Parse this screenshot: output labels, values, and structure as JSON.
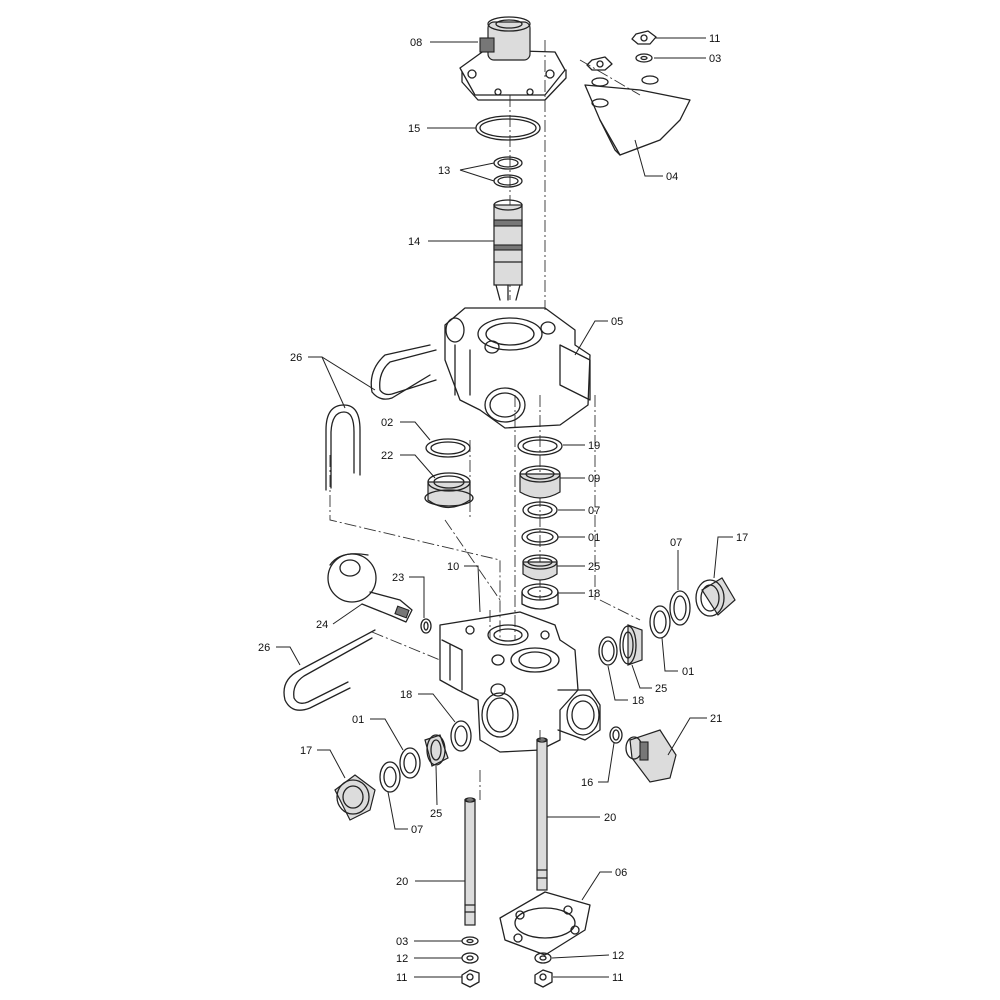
{
  "callouts": [
    {
      "id": "c08-top",
      "text": "08"
    },
    {
      "id": "c11-tr",
      "text": "11"
    },
    {
      "id": "c03-tr",
      "text": "03"
    },
    {
      "id": "c04",
      "text": "04"
    },
    {
      "id": "c15",
      "text": "15"
    },
    {
      "id": "c13",
      "text": "13"
    },
    {
      "id": "c14",
      "text": "14"
    },
    {
      "id": "c05",
      "text": "05"
    },
    {
      "id": "c26-top",
      "text": "26"
    },
    {
      "id": "c02",
      "text": "02"
    },
    {
      "id": "c19",
      "text": "19"
    },
    {
      "id": "c22",
      "text": "22"
    },
    {
      "id": "c09",
      "text": "09"
    },
    {
      "id": "c07-mid",
      "text": "07"
    },
    {
      "id": "c01-mid",
      "text": "01"
    },
    {
      "id": "c25-mid",
      "text": "25"
    },
    {
      "id": "c18-mid",
      "text": "18"
    },
    {
      "id": "c07-right",
      "text": "07"
    },
    {
      "id": "c17-right",
      "text": "17"
    },
    {
      "id": "c23",
      "text": "23"
    },
    {
      "id": "c10",
      "text": "10"
    },
    {
      "id": "c24",
      "text": "24"
    },
    {
      "id": "c26-low",
      "text": "26"
    },
    {
      "id": "c18-right",
      "text": "18"
    },
    {
      "id": "c25-right",
      "text": "25"
    },
    {
      "id": "c01-right",
      "text": "01"
    },
    {
      "id": "c21",
      "text": "21"
    },
    {
      "id": "c18-left",
      "text": "18"
    },
    {
      "id": "c01-left",
      "text": "01"
    },
    {
      "id": "c17-left",
      "text": "17"
    },
    {
      "id": "c25-left",
      "text": "25"
    },
    {
      "id": "c07-left",
      "text": "07"
    },
    {
      "id": "c16",
      "text": "16"
    },
    {
      "id": "c20-right",
      "text": "20"
    },
    {
      "id": "c20-left",
      "text": "20"
    },
    {
      "id": "c06",
      "text": "06"
    },
    {
      "id": "c03-bl",
      "text": "03"
    },
    {
      "id": "c12-bl",
      "text": "12"
    },
    {
      "id": "c11-bl",
      "text": "11"
    },
    {
      "id": "c12-br",
      "text": "12"
    },
    {
      "id": "c11-br",
      "text": "11"
    }
  ]
}
